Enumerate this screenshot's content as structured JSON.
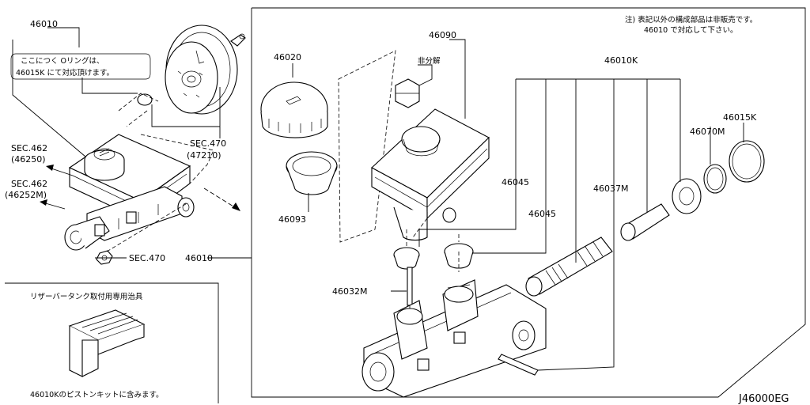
{
  "labels": {
    "l46010_top": "46010",
    "note_oring_1": "ここにつく Oリングは、",
    "note_oring_2": "46015K にて対応頂けます。",
    "sec462_a": "SEC.462",
    "sec462_a_sub": "(46250)",
    "sec462_b": "SEC.462",
    "sec462_b_sub": "(46252M)",
    "sec470_booster": "SEC.470",
    "sec470_booster_sub": "(47210)",
    "sec470_bottom": "SEC.470",
    "l46010_mid": "46010",
    "l46020": "46020",
    "l46093": "46093",
    "l46090": "46090",
    "not_sold": "非分解",
    "note_right_1": "注) 表記以外の構成部品は非販売です。",
    "note_right_2": "46010 で対応して下さい。",
    "l46010K": "46010K",
    "l46015K": "46015K",
    "l46070M": "46070M",
    "l46037M": "46037M",
    "l46045_a": "46045",
    "l46045_b": "46045",
    "l46032M": "46032M",
    "tool_title": "リザーバータンク取付用専用治具",
    "tool_note": "46010Kのピストンキットに含みます。",
    "diagram_code": "J46000EG"
  },
  "icons": {
    "booster": "brake-booster-icon",
    "master_cylinder": "master-cylinder-icon",
    "reservoir": "reservoir-tank-icon",
    "cap": "reservoir-cap-icon",
    "tool": "install-tool-icon"
  }
}
